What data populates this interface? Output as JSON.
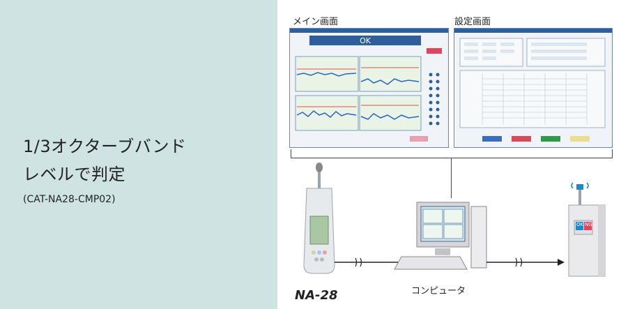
{
  "left": {
    "title_line1": "1/3オクターブバンド",
    "title_line2": "レベルで判定",
    "model": "(CAT-NA28-CMP02)"
  },
  "screens": {
    "main_label": "メイン画面",
    "settings_label": "設定画面",
    "main_ok": "OK"
  },
  "devices": {
    "meter_name": "NA-28",
    "computer_name": "コンピュータ",
    "indicator_ok": "OK",
    "indicator_ng": "NG"
  },
  "colors": {
    "panel_bg": "#cfe3e3",
    "ok_bar": "#2e5f9c",
    "graph_bg": "#e9f3e6",
    "ng_red": "#e0445e",
    "ok_blue": "#1e88c8"
  }
}
